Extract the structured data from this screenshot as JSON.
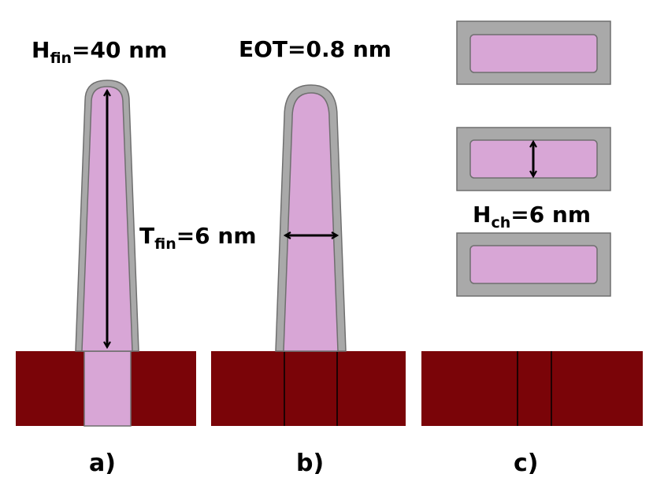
{
  "colors": {
    "substrate": "#7a0408",
    "channel": "#d8a6d6",
    "oxide": "#a9a9a9",
    "oxide_edge": "#6f6f6f",
    "line": "#000000"
  },
  "labels": {
    "hfin": {
      "main": "H",
      "sub": "fin",
      "rest": "=40 nm"
    },
    "eot": "EOT=0.8 nm",
    "tfin": {
      "main": "T",
      "sub": "fin",
      "rest": "=6 nm"
    },
    "hch": {
      "main": "H",
      "sub": "ch",
      "rest": "=6 nm"
    }
  },
  "panels": [
    {
      "label": "a)"
    },
    {
      "label": "b)"
    },
    {
      "label": "c)"
    }
  ]
}
